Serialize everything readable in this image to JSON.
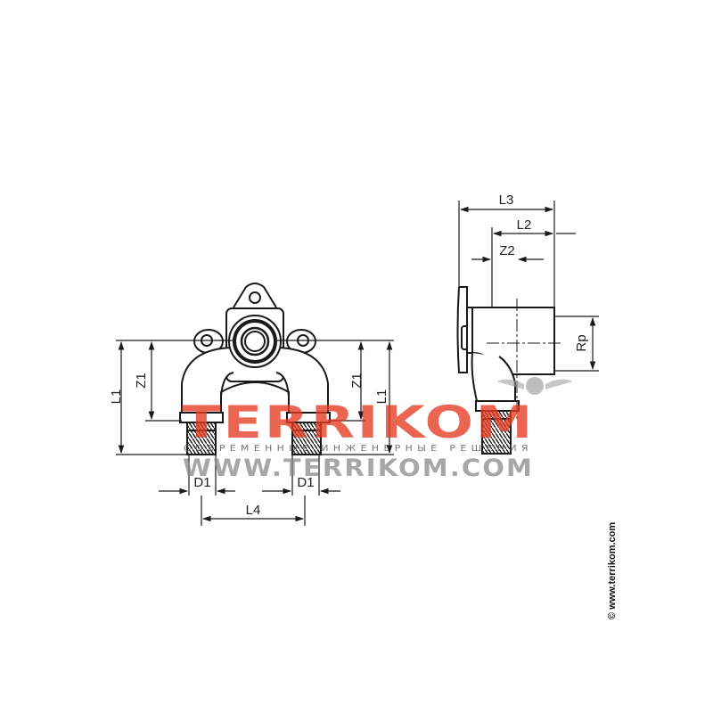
{
  "dimensions": {
    "front": {
      "l1_left": "L1",
      "z1_left": "Z1",
      "z1_right": "Z1",
      "l1_right": "L1",
      "d1_left": "D1",
      "d1_right": "D1",
      "l4": "L4"
    },
    "side": {
      "l3": "L3",
      "l2": "L2",
      "z2": "Z2",
      "rp": "Rp"
    }
  },
  "watermark": {
    "logo": "TERRIKOM",
    "tagline": "СОВРЕМЕННЫЕ ИНЖЕНЕРНЫЕ РЕШЕНИЯ",
    "url": "WWW.TERRIKOM.COM"
  },
  "copyright": "© www.terrikom.com",
  "colors": {
    "line": "#1a1a1a",
    "logo": "#e63a24",
    "url": "#8a8a8a"
  }
}
